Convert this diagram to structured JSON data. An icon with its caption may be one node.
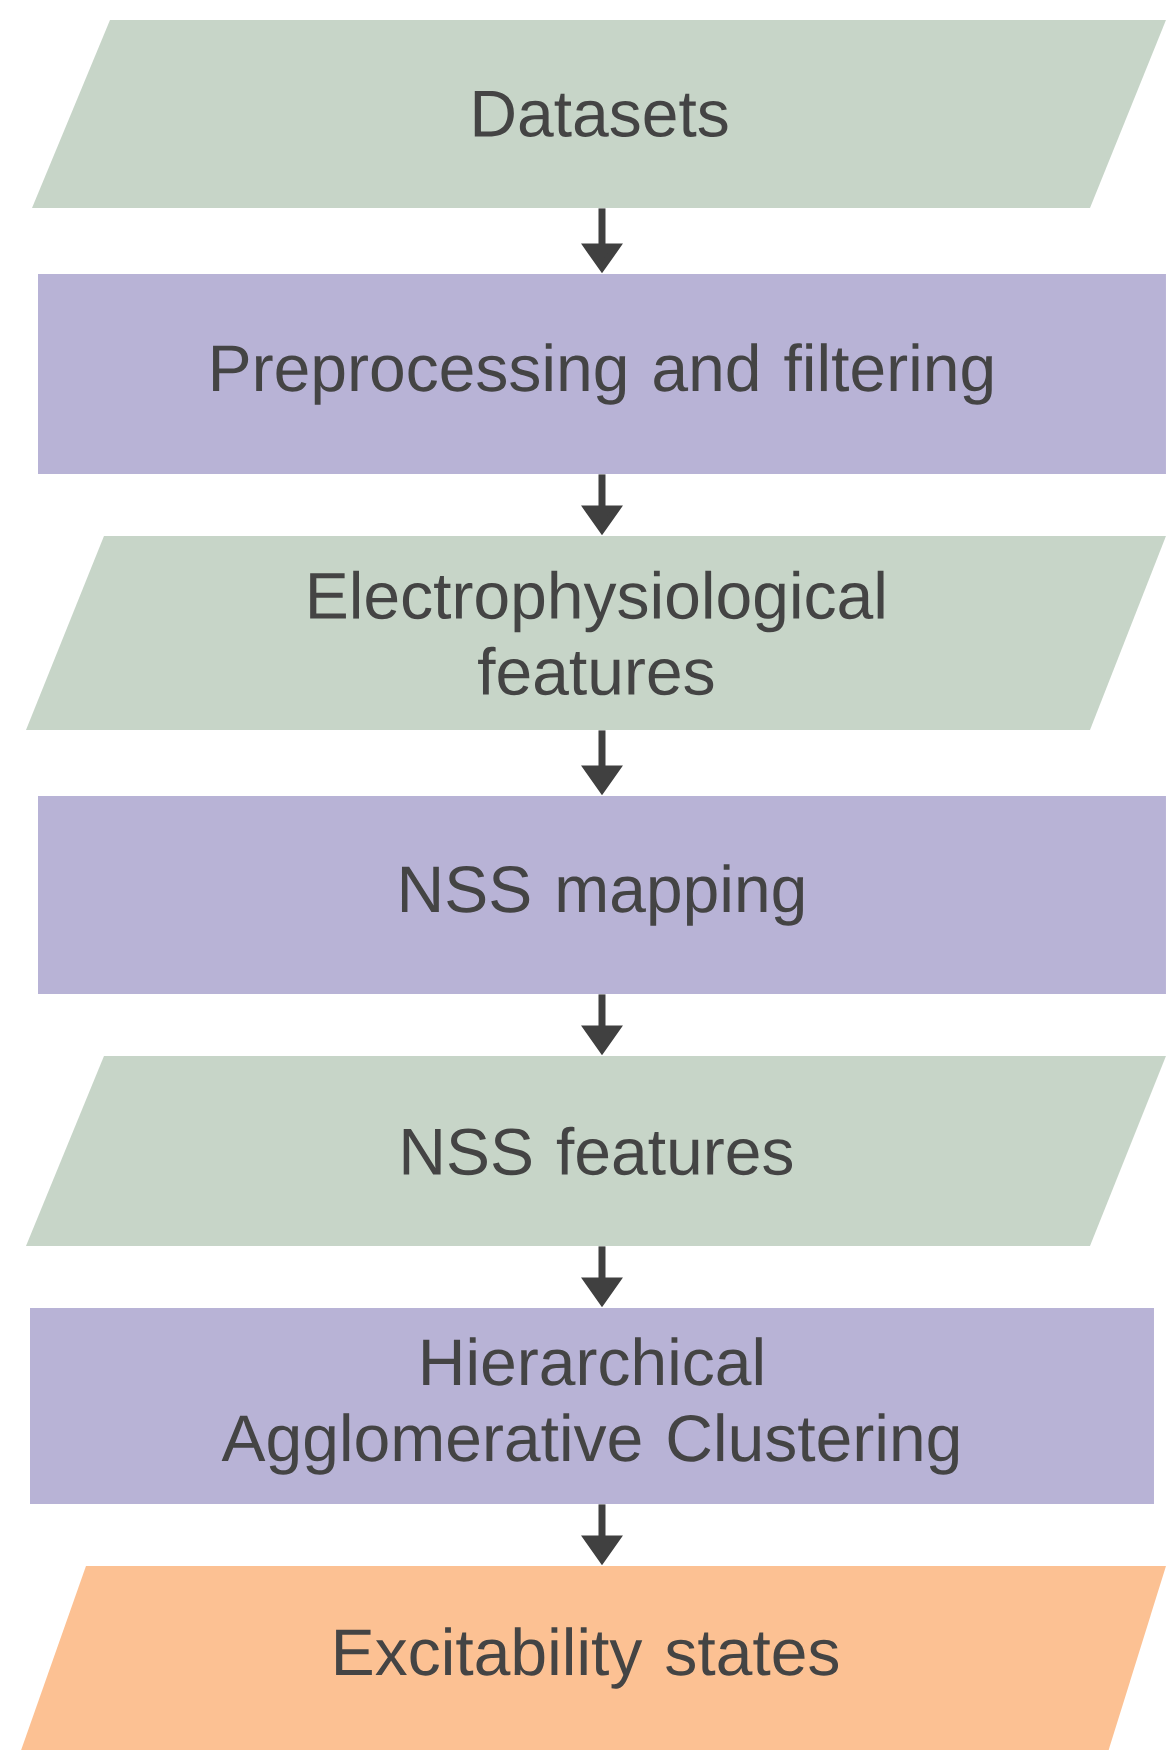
{
  "diagram": {
    "nodes": [
      {
        "text": [
          "Datasets"
        ]
      },
      {
        "text": [
          "Preprocessing and filtering"
        ]
      },
      {
        "text": [
          "Electrophysiological features"
        ]
      },
      {
        "text": [
          "NSS mapping"
        ]
      },
      {
        "text": [
          "NSS features"
        ]
      },
      {
        "text": [
          "Hierarchical Agglomerative Clustering"
        ]
      },
      {
        "text": [
          "Excitability states"
        ]
      }
    ],
    "edges": [
      {
        "from": 0,
        "to": 1,
        "arrow": "to"
      },
      {
        "from": 1,
        "to": 2,
        "arrow": "to"
      },
      {
        "from": 2,
        "to": 3,
        "arrow": "to"
      },
      {
        "from": 3,
        "to": 4,
        "arrow": "to"
      },
      {
        "from": 4,
        "to": 5,
        "arrow": "to"
      },
      {
        "from": 5,
        "to": 6,
        "arrow": "to"
      }
    ]
  }
}
